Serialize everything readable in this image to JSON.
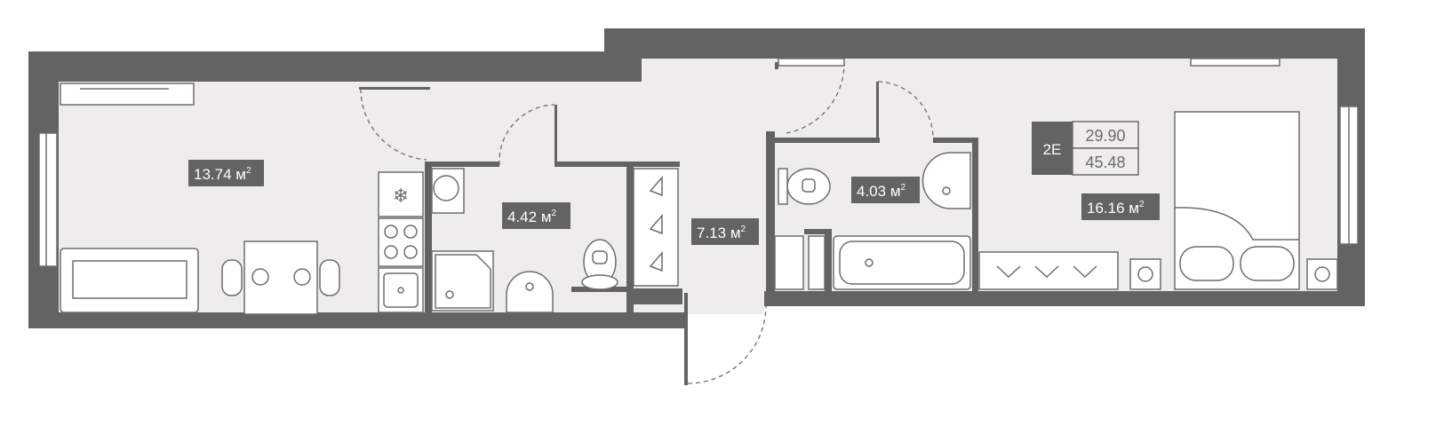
{
  "plan": {
    "apartment_type": "2E",
    "living_area": "29.90",
    "total_area": "45.48",
    "unit": "м",
    "unit_power": "2",
    "rooms": [
      {
        "name": "living-room",
        "area": "13.74"
      },
      {
        "name": "bathroom-1",
        "area": "4.42"
      },
      {
        "name": "hallway",
        "area": "7.13"
      },
      {
        "name": "bathroom-2",
        "area": "4.03"
      },
      {
        "name": "bedroom",
        "area": "16.16"
      }
    ]
  },
  "colors": {
    "wall": "#636363",
    "floor": "#efecec",
    "fixture": "#ffffff"
  }
}
